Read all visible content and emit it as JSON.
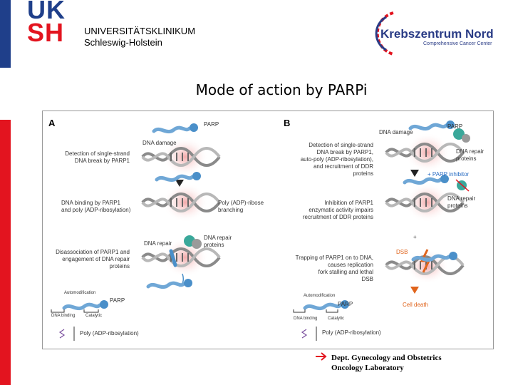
{
  "header": {
    "logo_top": "UK",
    "logo_bottom": "SH",
    "institution_line1": "UNIVERSITÄTSKLINIKUM",
    "institution_line2": "Schleswig-Holstein",
    "partner_name": "Krebszentrum Nord",
    "partner_subtitle": "Comprehensive Cancer Center"
  },
  "title": "Mode of action by PARPi",
  "figure": {
    "panel_a": {
      "letter": "A",
      "parp": "PARP",
      "dna_damage": "DNA damage",
      "step1": [
        "Detection of single-strand",
        "DNA break by PARP1"
      ],
      "step2": [
        "DNA binding by PARP1",
        "and poly (ADP-ribosylation)"
      ],
      "poly_branch": [
        "Poly (ADP)-ribose",
        "branching"
      ],
      "dna_repair": "DNA repair",
      "repair_proteins": [
        "DNA repair",
        "proteins"
      ],
      "step3": [
        "Disassociation of PARP1 and",
        "engagement of DNA repair",
        "proteins"
      ],
      "automod": "Automodification",
      "parp_legend": "PARP",
      "dna_binding": "DNA binding",
      "catalytic": "Catalytic",
      "poly_legend": "Poly (ADP-ribosylation)"
    },
    "panel_b": {
      "letter": "B",
      "dna_damage": "DNA damage",
      "parp": "PARP",
      "step1": [
        "Detection of single-strand",
        "DNA break by PARP1,",
        "auto-poly (ADP-ribosylation),",
        "and recruitment of DDR",
        "proteins"
      ],
      "repair_proteins": [
        "DNA repair",
        "proteins"
      ],
      "inhibitor": "+ PARP inhibitor",
      "repair_proteins2": [
        "DNA repair",
        "proteins"
      ],
      "step2": [
        "Inhibition of PARP1",
        "enzymatic activity impairs",
        "recruitment of DDR proteins"
      ],
      "plus": "+",
      "dsb": "DSB",
      "step3": [
        "Trapping of PARP1 on to DNA,",
        "causes replication",
        "fork stalling and lethal",
        "DSB"
      ],
      "cell_death": "Cell death",
      "automod": "Automodification",
      "parp_legend": "PARP",
      "dna_binding": "DNA binding",
      "catalytic": "Catalytic",
      "poly_legend": "Poly (ADP-ribosylation)"
    }
  },
  "footer": {
    "line1": "Dept. Gynecology and Obstetrics",
    "line2": "Oncology Laboratory"
  },
  "colors": {
    "brand_blue": "#1f3f8a",
    "brand_red": "#e3141f",
    "parp_blue": "#4a8fc9",
    "repair_teal": "#3aa89a",
    "inhibitor_blue": "#2c6fc4",
    "death_orange": "#e0641c"
  }
}
